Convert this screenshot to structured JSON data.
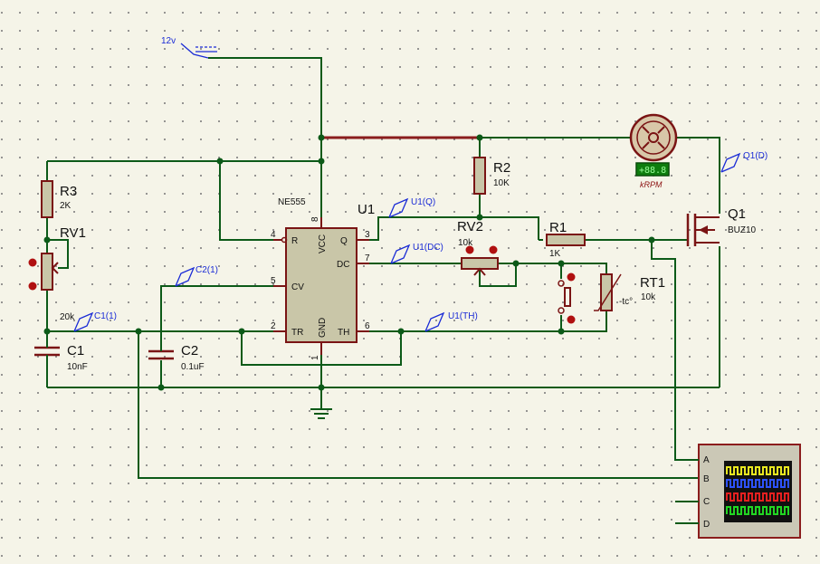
{
  "power": {
    "label": "12v"
  },
  "ic": {
    "ref": "U1",
    "part": "NE555",
    "pins": {
      "r": "R",
      "cv": "CV",
      "tr": "TR",
      "vcc": "VCC",
      "gnd": "GND",
      "q": "Q",
      "dc": "DC",
      "th": "TH"
    },
    "pin_numbers": {
      "p4": "4",
      "p5": "5",
      "p2": "2",
      "p8": "8",
      "p1": "1",
      "p3": "3",
      "p7": "7",
      "p6": "6"
    }
  },
  "components": {
    "r3": {
      "ref": "R3",
      "value": "2K"
    },
    "rv1": {
      "ref": "RV1",
      "value": "20k"
    },
    "c1": {
      "ref": "C1",
      "value": "10nF"
    },
    "c2": {
      "ref": "C2",
      "value": "0.1uF"
    },
    "r2": {
      "ref": "R2",
      "value": "10K"
    },
    "rv2": {
      "ref": "RV2",
      "value": "10k"
    },
    "r1": {
      "ref": "R1",
      "value": "1K"
    },
    "rt1": {
      "ref": "RT1",
      "value": "10k",
      "symbol": "-tc°"
    },
    "q1": {
      "ref": "Q1",
      "value": "BUZ10"
    },
    "motor": {
      "display": "+88.8",
      "unit": "kRPM"
    }
  },
  "probes": {
    "q": "U1(Q)",
    "dc": "U1(DC)",
    "th": "U1(TH)",
    "c1": "C1(1)",
    "c2": "C2(1)",
    "q1": "Q1(D)"
  },
  "scope": {
    "channels": [
      "A",
      "B",
      "C",
      "D"
    ],
    "trace_colors": [
      "#e8e820",
      "#2d52ff",
      "#e42020",
      "#22d622"
    ],
    "screen_color": "#101010",
    "frame_color": "#8b1d1d"
  },
  "colors": {
    "wire": "#0c5a18",
    "component": "#7a1414",
    "probe": "#1a2bd6",
    "background": "#f5f4e8"
  }
}
